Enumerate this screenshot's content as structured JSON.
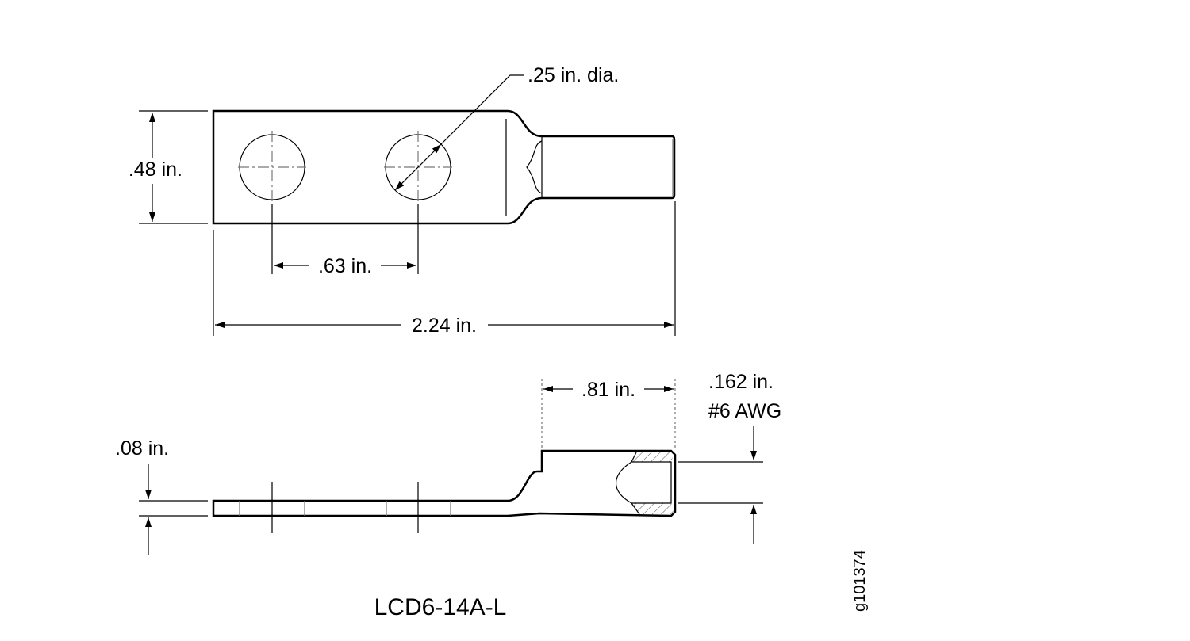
{
  "labels": {
    "hole_dia": ".25 in. dia.",
    "width": ".48 in.",
    "hole_spacing": ".63 in.",
    "length": "2.24 in.",
    "barrel_length": ".81 in.",
    "barrel_id": ".162 in.",
    "wire_gauge": "#6 AWG",
    "thickness": ".08 in."
  },
  "part_number": "LCD6-14A-L",
  "figure_id": "g101374"
}
